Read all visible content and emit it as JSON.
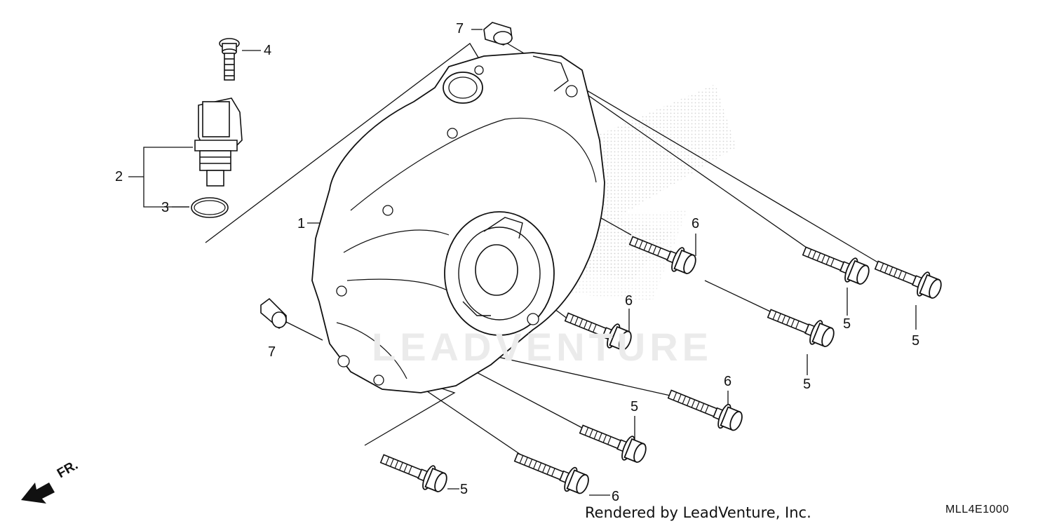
{
  "callouts": {
    "c1": "1",
    "c2": "2",
    "c3": "3",
    "c4": "4",
    "c5a": "5",
    "c5b": "5",
    "c5c": "5",
    "c5d": "5",
    "c5e": "5",
    "c6a": "6",
    "c6b": "6",
    "c6c": "6",
    "c6d": "6",
    "c7a": "7",
    "c7b": "7"
  },
  "watermark_text": "LEADVENTURE",
  "direction_label": "FR.",
  "credit": "Rendered by LeadVenture, Inc.",
  "diagram_code": "MLL4E1000",
  "icons": {
    "direction": "front-arrow-icon",
    "watermark": "leadventure-wing-logo"
  }
}
